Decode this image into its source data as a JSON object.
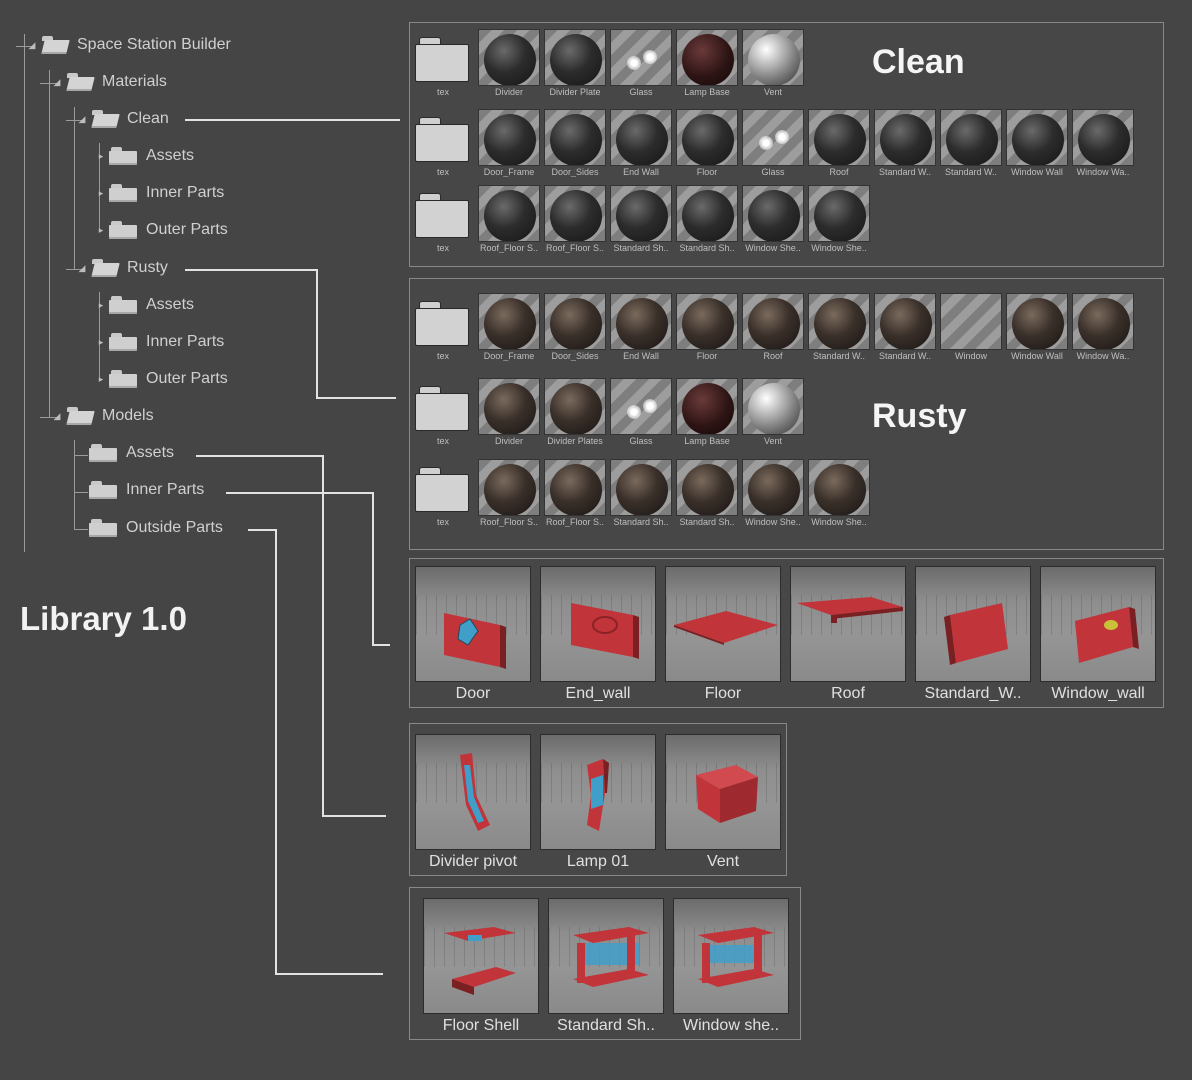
{
  "tree": {
    "root": "Space Station Builder",
    "materials": "Materials",
    "clean": "Clean",
    "clean_assets": "Assets",
    "clean_inner": "Inner Parts",
    "clean_outer": "Outer Parts",
    "rusty": "Rusty",
    "rusty_assets": "Assets",
    "rusty_inner": "Inner Parts",
    "rusty_outer": "Outer Parts",
    "models": "Models",
    "models_assets": "Assets",
    "models_inner": "Inner Parts",
    "models_outside": "Outside Parts"
  },
  "library_title": "Library 1.0",
  "clean_title": "Clean",
  "rusty_title": "Rusty",
  "clean_rows": [
    [
      "tex",
      "Divider",
      "Divider Plate",
      "Glass",
      "Lamp Base",
      "Vent"
    ],
    [
      "tex",
      "Door_Frame",
      "Door_Sides",
      "End Wall",
      "Floor",
      "Glass",
      "Roof",
      "Standard W..",
      "Standard W..",
      "Window Wall",
      "Window Wa.."
    ],
    [
      "tex",
      "Roof_Floor S..",
      "Roof_Floor S..",
      "Standard Sh..",
      "Standard Sh..",
      "Window She..",
      "Window She.."
    ]
  ],
  "rusty_rows": [
    [
      "tex",
      "Door_Frame",
      "Door_Sides",
      "End Wall",
      "Floor",
      "Roof",
      "Standard W..",
      "Standard W..",
      "Window",
      "Window Wall",
      "Window Wa.."
    ],
    [
      "tex",
      "Divider",
      "Divider Plates",
      "Glass",
      "Lamp Base",
      "Vent"
    ],
    [
      "tex",
      "Roof_Floor S..",
      "Roof_Floor S..",
      "Standard Sh..",
      "Standard Sh..",
      "Window She..",
      "Window She.."
    ]
  ],
  "models_outer": [
    "Door",
    "End_wall",
    "Floor",
    "Roof",
    "Standard_W..",
    "Window_wall"
  ],
  "models_assets": [
    "Divider pivot",
    "Lamp 01",
    "Vent"
  ],
  "models_outside": [
    "Floor Shell",
    "Standard Sh..",
    "Window she.."
  ],
  "colors": {
    "background": "#454545",
    "model_red": "#c0343a",
    "model_blue": "#3f9fc9"
  }
}
